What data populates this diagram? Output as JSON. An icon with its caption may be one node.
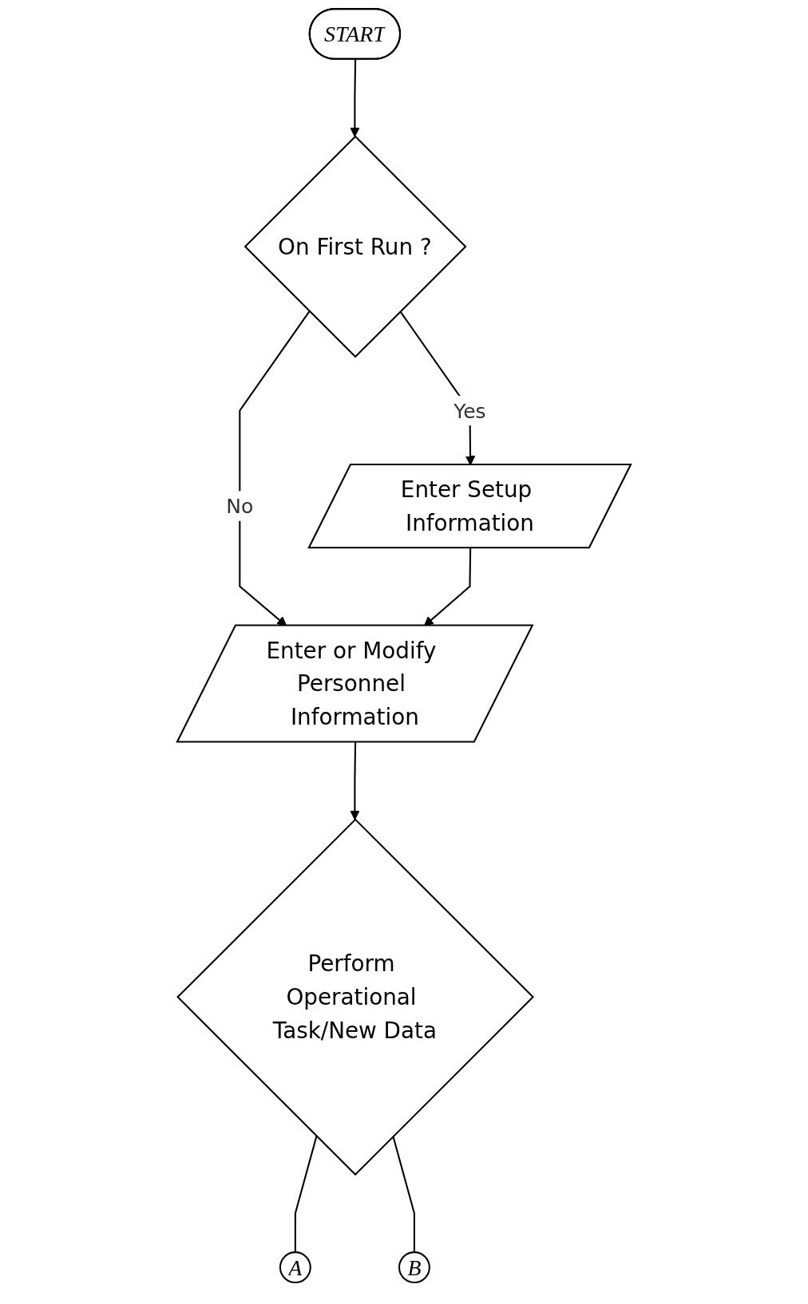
{
  "diagram": {
    "nodes": [
      {
        "text": [
          "START"
        ]
      },
      {
        "text": [
          "On First Run ?"
        ]
      },
      {
        "text": [
          "Enter Setup Information"
        ]
      },
      {
        "text": [
          "Enter or Modify Personnel Information"
        ]
      },
      {
        "text": [
          "Perform Operational Task/New Data"
        ]
      },
      {
        "text": [
          "A"
        ]
      },
      {
        "text": [
          "B"
        ]
      }
    ],
    "edges": [
      {
        "from": 0,
        "to": 1,
        "arrow": "to"
      },
      {
        "from": 1,
        "to": 2,
        "arrow": "to",
        "label": "Yes"
      },
      {
        "from": 1,
        "to": 3,
        "arrow": "to",
        "label": "No"
      },
      {
        "from": 2,
        "to": 3,
        "arrow": "to"
      },
      {
        "from": 3,
        "to": 4,
        "arrow": "to"
      },
      {
        "from": 4,
        "to": 5,
        "arrow": "none"
      },
      {
        "from": 4,
        "to": 6,
        "arrow": "none"
      }
    ]
  }
}
